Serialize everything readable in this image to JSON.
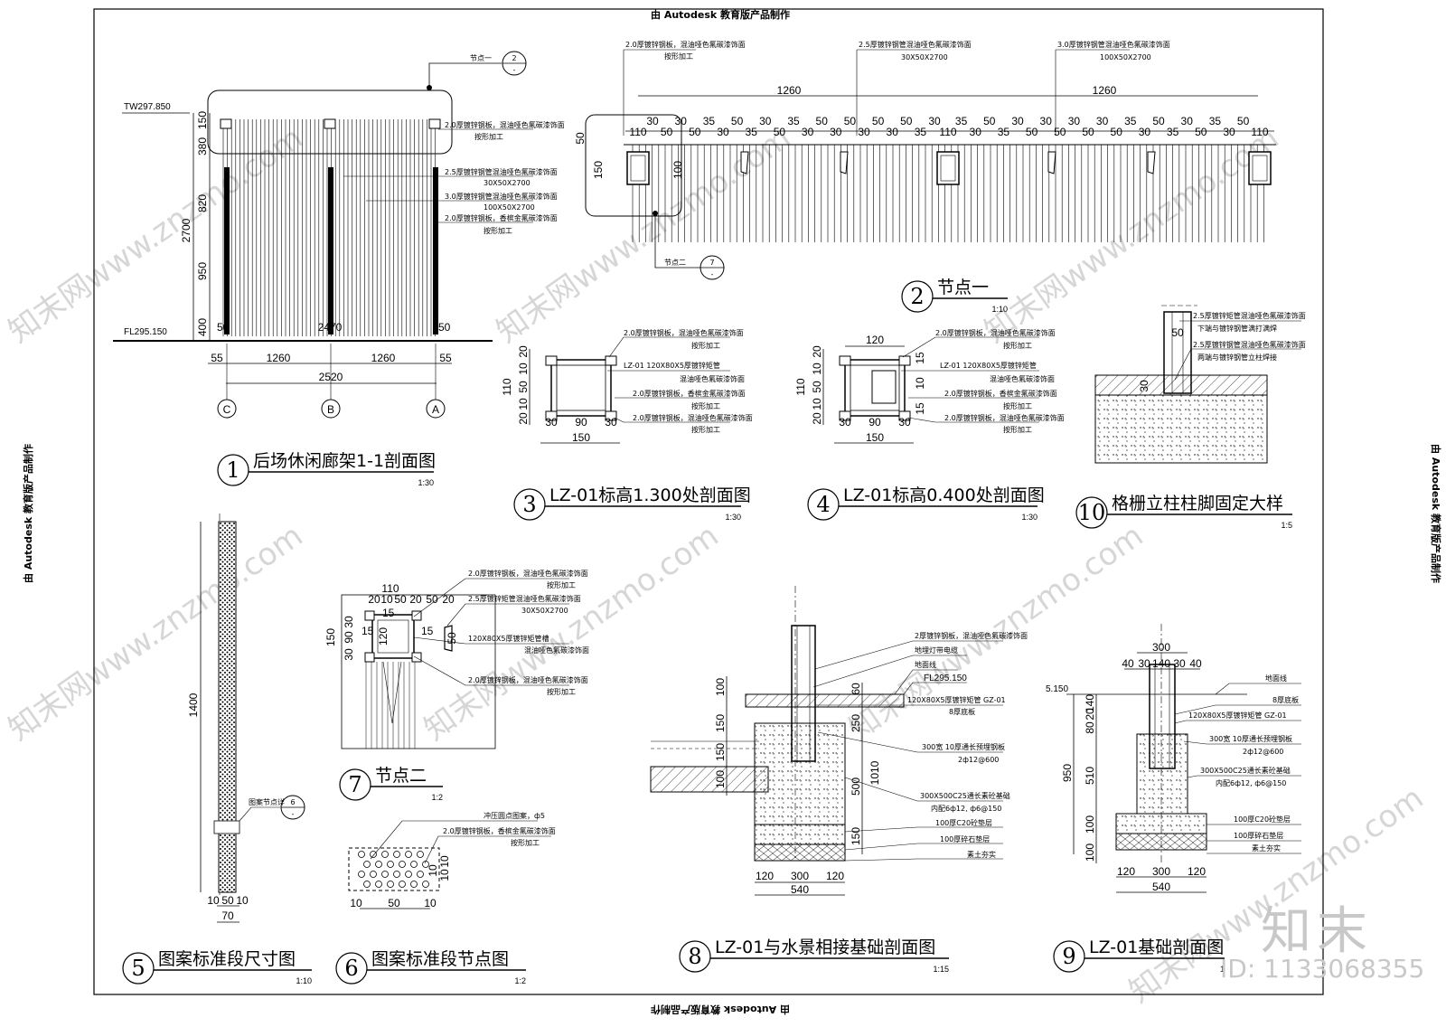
{
  "sheet": {
    "edu_stamp": "由 Autodesk 教育版产品制作",
    "watermark": "知末网www.znzmo.com",
    "brand_logo": "知末",
    "id_label": "ID: 1133068355"
  },
  "drawings": [
    {
      "number": "1",
      "title": "后场休闲廊架1-1剖面图",
      "scale": "1:30"
    },
    {
      "number": "2",
      "title": "节点一",
      "scale": "1:10"
    },
    {
      "number": "3",
      "title": "LZ-01标高1.300处剖面图",
      "scale": "1:30"
    },
    {
      "number": "4",
      "title": "LZ-01标高0.400处剖面图",
      "scale": "1:30"
    },
    {
      "number": "10",
      "title": "格栅立柱柱脚固定大样",
      "scale": "1:5"
    },
    {
      "number": "7",
      "title": "节点二",
      "scale": "1:2"
    },
    {
      "number": "5",
      "title": "图案标准段尺寸图",
      "scale": "1:10"
    },
    {
      "number": "6",
      "title": "图案标准段节点图",
      "scale": "1:2"
    },
    {
      "number": "8",
      "title": "LZ-01与水景相接基础剖面图",
      "scale": "1:15"
    },
    {
      "number": "9",
      "title": "LZ-01基础剖面图",
      "scale": "1"
    }
  ],
  "d1": {
    "tw": "TW297.850",
    "fl": "FL295.150",
    "v_dims": [
      "150",
      "380",
      "820",
      "2700",
      "950",
      "400"
    ],
    "h_top": [
      "50",
      "2470",
      "50"
    ],
    "h_bot": [
      "55",
      "1260",
      "1260",
      "55"
    ],
    "total": "2520",
    "axes": [
      "C",
      "B",
      "A"
    ],
    "node_tag": "节点一",
    "node_num": "2",
    "node_sheet": "-",
    "notes": [
      "2.0厚镀锌钢板，混油哑色氟碳漆饰面",
      "按形加工",
      "2.5厚镀锌钢管混油哑色氟碳漆饰面",
      "30X50X2700",
      "3.0厚镀锌钢管混油哑色氟碳漆饰面",
      "100X50X2700",
      "2.0厚镀锌钢板，香槟金氟碳漆饰面",
      "按形加工"
    ]
  },
  "d2": {
    "top_notes": [
      {
        "l1": "2.0厚镀锌钢板，混油哑色氟碳漆饰面",
        "l2": "按形加工"
      },
      {
        "l1": "2.5厚镀锌钢管混油哑色氟碳漆饰面",
        "l2": "30X50X2700"
      },
      {
        "l1": "3.0厚镀锌钢管混油哑色氟碳漆饰面",
        "l2": "100X50X2700"
      }
    ],
    "span": "1260",
    "node2_tag": "节点二",
    "node2_num": "7",
    "node2_sheet": "-",
    "dim_150": "150",
    "dim_100": "100",
    "dim_50": "50",
    "dim_110": "110",
    "seq": [
      "30",
      "50",
      "30",
      "50",
      "35",
      "30",
      "50",
      "35",
      "30",
      "50",
      "35",
      "30",
      "50",
      "30",
      "50"
    ]
  },
  "d3": {
    "notes": [
      "2.0厚镀锌钢板，混油哑色氟碳漆饰面",
      "按形加工",
      "LZ-01 120X80X5厚镀锌矩管",
      "混油哑色氟碳漆饰面",
      "2.0厚镀锌钢板，香槟金氟碳漆饰面",
      "按形加工",
      "2.0厚镀锌钢板，混油哑色氟碳漆饰面",
      "按形加工"
    ],
    "v": [
      "20",
      "10",
      "50",
      "10",
      "20",
      "110"
    ],
    "h": [
      "30",
      "90",
      "30"
    ],
    "w": "150"
  },
  "d4": {
    "dim120": "120",
    "dim15": "15",
    "dim10": "10"
  },
  "d10": {
    "notes": [
      "2.5厚镀锌矩管混油哑色氟碳漆饰面",
      "下端与镀锌钢管满打满焊",
      "2.5厚镀锌钢管混油哑色氟碳漆饰面",
      "两端与镀锌钢管立柱焊接"
    ],
    "d50": "50",
    "d30": "30"
  },
  "d7": {
    "top": [
      "110",
      "20",
      "10",
      "50",
      "20",
      "50",
      "20"
    ],
    "left": [
      "30",
      "90",
      "30",
      "150"
    ],
    "inner": [
      "15",
      "120",
      "15",
      "15",
      "30",
      "50"
    ],
    "notes": [
      "2.0厚镀锌钢板，混油哑色氟碳漆饰面",
      "按形加工",
      "2.5厚镀锌矩管混油哑色氟碳漆饰面",
      "30X50X2700",
      "120X80X5厚镀锌矩管槽",
      "混油哑色氟碳漆饰面",
      "2.0厚镀锌钢板，混油哑色氟碳漆饰面",
      "按形加工"
    ]
  },
  "d5": {
    "h": "1400",
    "tag_label": "图案节点详",
    "tag_num": "6",
    "tag_sheet": "-",
    "bot": [
      "10",
      "50",
      "10"
    ],
    "w": "70"
  },
  "d6": {
    "notes": [
      "冲压圆点图案，ф5",
      "2.0厚镀锌钢板，香槟金氟碳漆饰面",
      "按形加工"
    ],
    "dims": [
      "10",
      "50",
      "10",
      "10",
      "10",
      "10"
    ]
  },
  "d8": {
    "fl": "FL295.150",
    "notes": [
      "2厚镀锌钢板，混油哑色氟碳漆饰面",
      "地埋灯带电缆",
      "地面线",
      "120X80X5厚镀锌矩管 GZ-01",
      "8厚底板",
      "300宽 10厚通长预埋钢板",
      "2ф12@600",
      "300X500C25通长素砼基础",
      "内配6ф12, ф6@150",
      "100厚C20砼垫层",
      "100厚碎石垫层",
      "素土夯实"
    ],
    "left_dims": [
      "100",
      "150",
      "150",
      "100"
    ],
    "right_dims": [
      "60",
      "250",
      "500",
      "1010",
      "150"
    ],
    "bot": [
      "120",
      "300",
      "120"
    ],
    "w": "540"
  },
  "d9": {
    "lvl": "5.150",
    "notes": [
      "地面线",
      "8厚底板",
      "120X80X5厚镀锌矩管 GZ-01",
      "300宽 10厚通长预埋钢板",
      "2ф12@600",
      "300X500C25通长素砼基础",
      "内配6ф12, ф6@150",
      "100厚C20砼垫层",
      "100厚碎石垫层",
      "素土夯实"
    ],
    "top": "300",
    "top2": [
      "40",
      "30",
      "140",
      "30",
      "40"
    ],
    "left": [
      "20",
      "80",
      "140",
      "510",
      "950",
      "100",
      "100"
    ],
    "bot": [
      "120",
      "300",
      "120"
    ],
    "w": "540"
  }
}
